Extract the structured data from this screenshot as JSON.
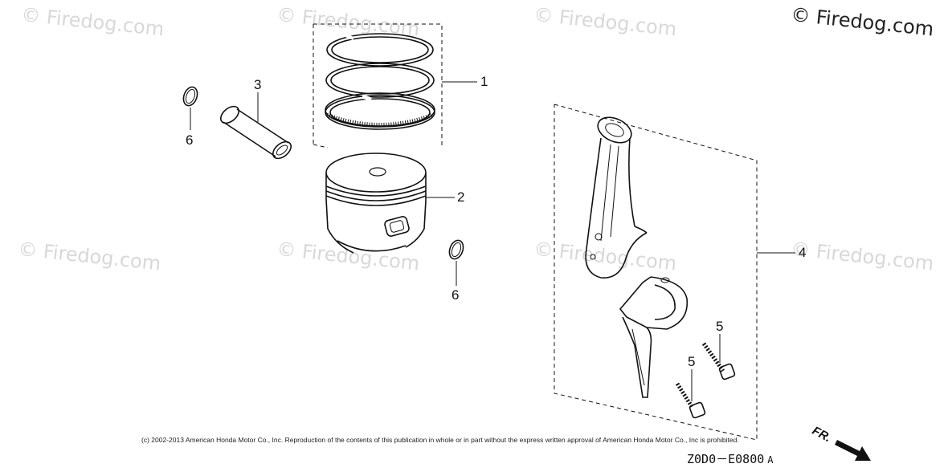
{
  "watermarks": {
    "text": "© Firedog.com",
    "main_text": "© Firedog.com"
  },
  "callouts": {
    "piston_ring_set": "1",
    "piston": "2",
    "piston_pin": "3",
    "connecting_rod_assembly": "4",
    "rod_bolt_a": "5",
    "rod_bolt_b": "5",
    "pin_clip_left": "6",
    "pin_clip_right": "6"
  },
  "footer": {
    "copyright": "(c) 2002-2013 American Honda Motor Co., Inc. Reproduction of the contents of this publication in whole or in part without the express written approval of American Honda Motor Co., Inc is prohibited.",
    "diagram_code": "Z0D0－E0800",
    "diagram_code_suffix": "A",
    "direction_label": "FR."
  },
  "colors": {
    "line": "#111111",
    "watermark": "#d8d8d8"
  }
}
